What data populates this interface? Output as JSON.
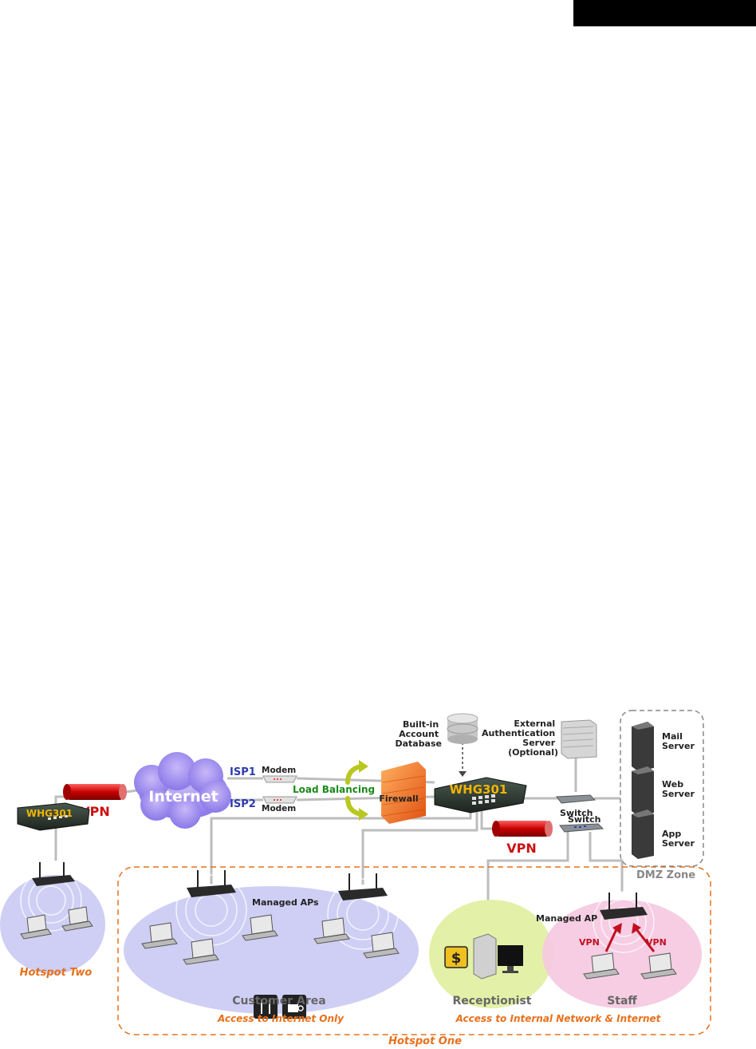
{
  "header_bar": "",
  "devices": {
    "gateway_main": "WHG301",
    "gateway_remote": "WHG301",
    "internet": "Internet",
    "modem_1": "Modem",
    "modem_2": "Modem",
    "isp_1": "ISP1",
    "isp_2": "ISP2",
    "firewall": "Firewall",
    "load_balancing": "Load Balancing",
    "switch_dmz": "Switch",
    "switch_lan": "Switch",
    "vpn_left": "VPN",
    "vpn_right": "VPN"
  },
  "database_label": [
    "Built-in",
    "Account",
    "Database"
  ],
  "auth_server_label": [
    "External",
    "Authentication",
    "Server",
    "(Optional)"
  ],
  "dmz": {
    "zone": "DMZ Zone",
    "mail": [
      "Mail",
      "Server"
    ],
    "web": [
      "Web",
      "Server"
    ],
    "app": [
      "App",
      "Server"
    ]
  },
  "areas": {
    "managed_aps": "Managed APs",
    "managed_ap": "Managed AP",
    "customer_area": "Customer Area",
    "receptionist": "Receptionist",
    "staff": "Staff",
    "staff_vpn_left": "VPN",
    "staff_vpn_right": "VPN",
    "access_internet_only": "Access to Internet Only",
    "access_internal": "Access to Internal Network & Internet",
    "hotspot_one": "Hotspot One",
    "hotspot_two": "Hotspot Two",
    "cashier_symbol": "$"
  },
  "colors": {
    "orange_accent": "#e8701a",
    "blue_label": "#2b3cb0",
    "green_label": "#1a8a1a",
    "vpn_red": "#cc1111",
    "yellow_label": "#f0b400",
    "customer_fill": "#cfcff5",
    "receptionist_fill": "#e3f0a8",
    "staff_fill": "#f5c8e0"
  }
}
